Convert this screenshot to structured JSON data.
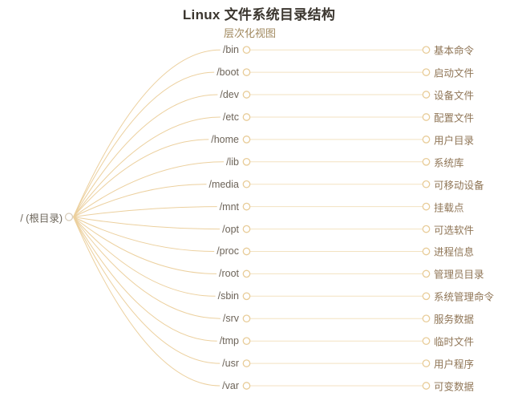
{
  "title": "Linux 文件系统目录结构",
  "subtitle": "层次化视图",
  "root": {
    "label": "/ (根目录)"
  },
  "rows": [
    {
      "dir": "/bin",
      "desc": "基本命令"
    },
    {
      "dir": "/boot",
      "desc": "启动文件"
    },
    {
      "dir": "/dev",
      "desc": "设备文件"
    },
    {
      "dir": "/etc",
      "desc": "配置文件"
    },
    {
      "dir": "/home",
      "desc": "用户目录"
    },
    {
      "dir": "/lib",
      "desc": "系统库"
    },
    {
      "dir": "/media",
      "desc": "可移动设备"
    },
    {
      "dir": "/mnt",
      "desc": "挂载点"
    },
    {
      "dir": "/opt",
      "desc": "可选软件"
    },
    {
      "dir": "/proc",
      "desc": "进程信息"
    },
    {
      "dir": "/root",
      "desc": "管理员目录"
    },
    {
      "dir": "/sbin",
      "desc": "系统管理命令"
    },
    {
      "dir": "/srv",
      "desc": "服务数据"
    },
    {
      "dir": "/tmp",
      "desc": "临时文件"
    },
    {
      "dir": "/usr",
      "desc": "用户程序"
    },
    {
      "dir": "/var",
      "desc": "可变数据"
    }
  ],
  "colors": {
    "curve": "#ecd09e",
    "connector_line": "#f3e2c0",
    "node_stroke": "#e8cc98",
    "root_node_stroke": "#d8cdbb",
    "title_text": "#3b362f",
    "subtitle_text": "#a28a60",
    "dir_text": "#6d6459",
    "desc_text": "#8f7556",
    "root_text": "#6e675c"
  }
}
